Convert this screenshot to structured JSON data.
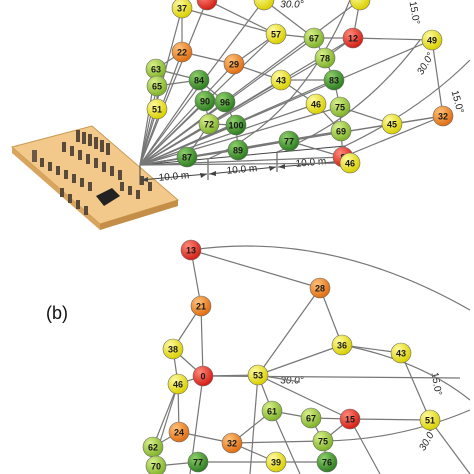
{
  "panel_b_label": "(b)",
  "colors": {
    "red": "#e0281f",
    "orange": "#ec7a1e",
    "yellow": "#e4de18",
    "lgreen": "#94c23a",
    "dgreen": "#3f8f2f",
    "grid": "#777777"
  },
  "panel_a": {
    "distance_labels": [
      "10.0 m",
      "10.0 m",
      "10.0 m"
    ],
    "angle_labels": [
      "30.0°",
      "15.0°",
      "30.0°",
      "15.0°"
    ],
    "nodes": [
      {
        "label": "37",
        "color": "yellow"
      },
      {
        "label": "",
        "color": "red"
      },
      {
        "label": "",
        "color": "yellow"
      },
      {
        "label": "",
        "color": "yellow"
      },
      {
        "label": "22",
        "color": "orange"
      },
      {
        "label": "57",
        "color": "yellow"
      },
      {
        "label": "67",
        "color": "lgreen"
      },
      {
        "label": "12",
        "color": "red"
      },
      {
        "label": "49",
        "color": "yellow"
      },
      {
        "label": "63",
        "color": "lgreen"
      },
      {
        "label": "29",
        "color": "orange"
      },
      {
        "label": "78",
        "color": "lgreen"
      },
      {
        "label": "65",
        "color": "lgreen"
      },
      {
        "label": "84",
        "color": "dgreen"
      },
      {
        "label": "43",
        "color": "yellow"
      },
      {
        "label": "83",
        "color": "dgreen"
      },
      {
        "label": "90",
        "color": "dgreen"
      },
      {
        "label": "96",
        "color": "dgreen"
      },
      {
        "label": "51",
        "color": "yellow"
      },
      {
        "label": "46",
        "color": "yellow"
      },
      {
        "label": "75",
        "color": "lgreen"
      },
      {
        "label": "72",
        "color": "lgreen"
      },
      {
        "label": "100",
        "color": "dgreen"
      },
      {
        "label": "45",
        "color": "yellow"
      },
      {
        "label": "32",
        "color": "orange"
      },
      {
        "label": "69",
        "color": "lgreen"
      },
      {
        "label": "77",
        "color": "dgreen"
      },
      {
        "label": "87",
        "color": "dgreen"
      },
      {
        "label": "89",
        "color": "dgreen"
      },
      {
        "label": "8",
        "color": "red"
      },
      {
        "label": "46",
        "color": "yellow"
      }
    ]
  },
  "panel_b": {
    "angle_labels": [
      "30.0°",
      "15.0°",
      "30.0°"
    ],
    "nodes": [
      {
        "label": "13",
        "color": "red"
      },
      {
        "label": "28",
        "color": "orange"
      },
      {
        "label": "21",
        "color": "orange"
      },
      {
        "label": "38",
        "color": "yellow"
      },
      {
        "label": "36",
        "color": "yellow"
      },
      {
        "label": "43",
        "color": "yellow"
      },
      {
        "label": "0",
        "color": "red"
      },
      {
        "label": "53",
        "color": "yellow"
      },
      {
        "label": "46",
        "color": "yellow"
      },
      {
        "label": "61",
        "color": "lgreen"
      },
      {
        "label": "67",
        "color": "lgreen"
      },
      {
        "label": "15",
        "color": "red"
      },
      {
        "label": "51",
        "color": "yellow"
      },
      {
        "label": "24",
        "color": "orange"
      },
      {
        "label": "32",
        "color": "orange"
      },
      {
        "label": "75",
        "color": "lgreen"
      },
      {
        "label": "62",
        "color": "lgreen"
      },
      {
        "label": "70",
        "color": "lgreen"
      },
      {
        "label": "77",
        "color": "dgreen"
      },
      {
        "label": "39",
        "color": "yellow"
      },
      {
        "label": "76",
        "color": "dgreen"
      }
    ]
  }
}
